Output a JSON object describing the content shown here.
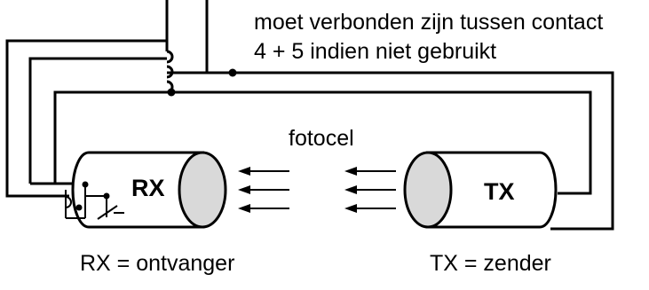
{
  "note": {
    "line1": "moet verbonden zijn tussen contact",
    "line2": "4 + 5 indien niet gebruikt"
  },
  "beam_label": "fotocel",
  "receiver": {
    "mark": "RX",
    "caption": "RX = ontvanger"
  },
  "transmitter": {
    "mark": "TX",
    "caption": "TX = zender"
  },
  "colors": {
    "line": "#000000",
    "lens": "#d9d9d9",
    "background": "#ffffff"
  }
}
